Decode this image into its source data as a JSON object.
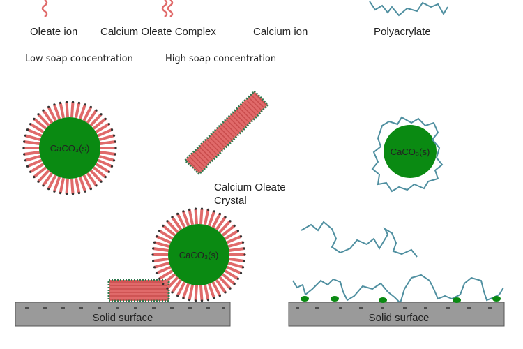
{
  "legend": {
    "oleate_ion": "Oleate ion",
    "calcium_oleate_complex": "Calcium Oleate Complex",
    "calcium_ion": "Calcium ion",
    "polyacrylate": "Polyacrylate"
  },
  "conditions": {
    "low": "Low soap concentration",
    "high": "High soap concentration"
  },
  "particle_label": "CaCO₃(s)",
  "crystal_label": {
    "line1": "Calcium Oleate",
    "line2": "Crystal"
  },
  "surface_label": "Solid surface",
  "colors": {
    "particle": "#0a8a12",
    "oleate": "#e06a6a",
    "polymer": "#4f8fa0",
    "surface": "#9a9a9a",
    "crystal_edge": "#2f7a4f"
  }
}
